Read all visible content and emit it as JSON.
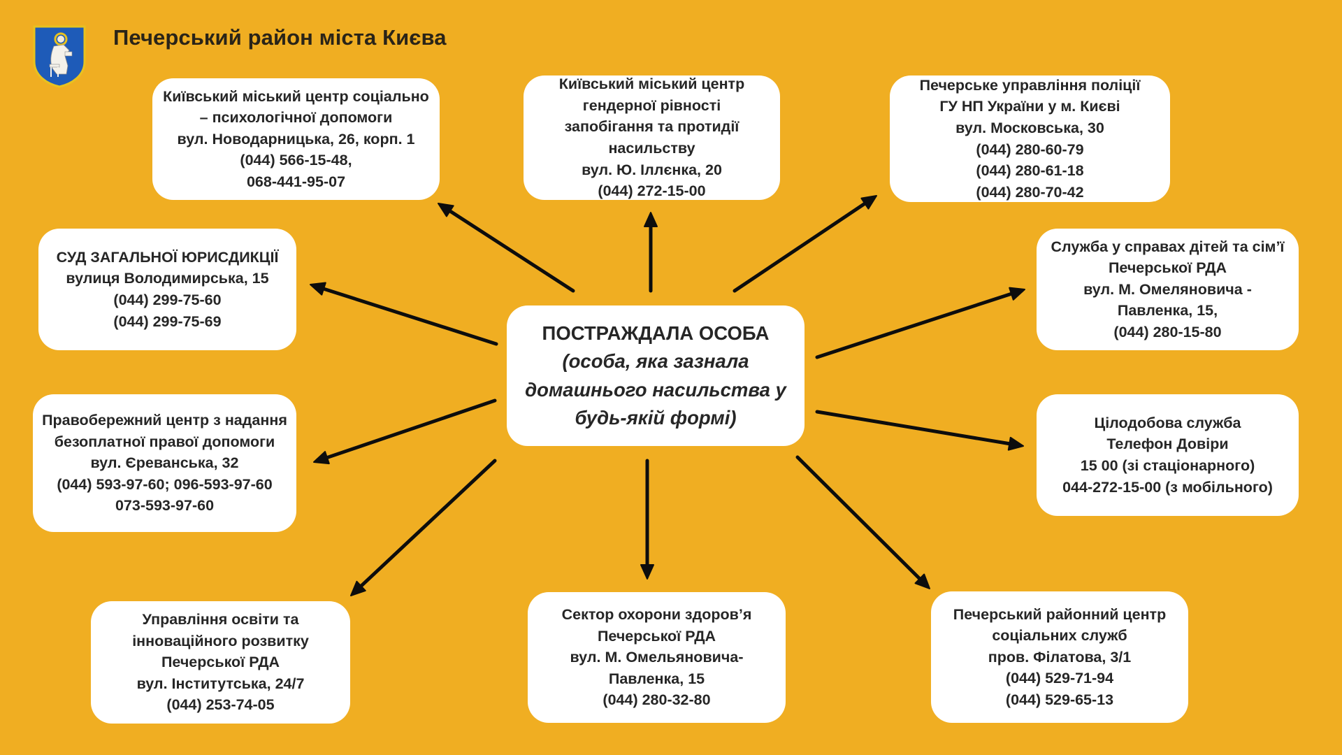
{
  "header": {
    "title": "Печерський район міста Києва",
    "logo_icon": "coat-of-arms-icon"
  },
  "colors": {
    "background": "#F0AE22",
    "box": "#FFFFFF",
    "text": "#262626",
    "arrow": "#0D0D0D",
    "shield_blue": "#1E5BB8",
    "shield_gold": "#E8C21F"
  },
  "center": {
    "title": "ПОСТРАЖДАЛА ОСОБА",
    "lines": [
      "(особа, яка зазнала",
      "домашнього насильства у",
      "будь-якій формі)"
    ]
  },
  "services": [
    {
      "id": "social-psych-center",
      "lines": [
        "Київський міський центр соціально",
        "– психологічної допомоги",
        "вул. Новодарницька, 26, корп. 1",
        "(044) 566-15-48,",
        "068-441-95-07"
      ]
    },
    {
      "id": "gender-equality-center",
      "lines": [
        "Київський міський центр",
        "гендерної рівності",
        "запобігання та протидії",
        "насильству",
        "вул. Ю. Іллєнка, 20",
        "(044) 272-15-00"
      ]
    },
    {
      "id": "police",
      "lines": [
        "Печерське управління поліції",
        "ГУ НП України у м. Києві",
        "вул. Московська, 30",
        "(044) 280-60-79",
        "(044) 280-61-18",
        "(044) 280-70-42"
      ]
    },
    {
      "id": "court",
      "lines": [
        "СУД ЗАГАЛЬНОЇ ЮРИСДИКЦІЇ",
        "вулиця Володимирська, 15",
        "(044) 299-75-60",
        "(044) 299-75-69"
      ]
    },
    {
      "id": "children-family-service",
      "lines": [
        "Служба у справах дітей та сім’ї",
        "Печерської РДА",
        "вул. М. Омеляновича -",
        "Павленка, 15,",
        "(044) 280-15-80"
      ]
    },
    {
      "id": "legal-aid-center",
      "lines": [
        "Правобережний центр з надання",
        "безоплатної правої допомоги",
        "вул. Єреванська, 32",
        "(044) 593-97-60; 096-593-97-60",
        "073-593-97-60"
      ]
    },
    {
      "id": "hotline",
      "lines": [
        "Цілодобова служба",
        "Телефон Довіри",
        "15 00 (зі стаціонарного)",
        "044-272-15-00 (з мобільного)"
      ]
    },
    {
      "id": "education-department",
      "lines": [
        "Управління освіти та",
        "інноваційного розвитку",
        "Печерської РДА",
        "вул. Інститутська, 24/7",
        "(044) 253-74-05"
      ]
    },
    {
      "id": "health-sector",
      "lines": [
        "Сектор охорони здоров’я",
        "Печерської РДА",
        "вул. М. Омельяновича-",
        "Павленка, 15",
        "(044) 280-32-80"
      ]
    },
    {
      "id": "social-services-center",
      "lines": [
        "Печерський районний центр",
        "соціальних служб",
        "пров. Філатова, 3/1",
        "(044) 529-71-94",
        "(044) 529-65-13"
      ]
    }
  ],
  "edges": [
    {
      "from": "center",
      "to": "social-psych-center"
    },
    {
      "from": "center",
      "to": "gender-equality-center"
    },
    {
      "from": "center",
      "to": "police"
    },
    {
      "from": "center",
      "to": "court"
    },
    {
      "from": "center",
      "to": "children-family-service"
    },
    {
      "from": "center",
      "to": "legal-aid-center"
    },
    {
      "from": "center",
      "to": "hotline"
    },
    {
      "from": "center",
      "to": "education-department"
    },
    {
      "from": "center",
      "to": "health-sector"
    },
    {
      "from": "center",
      "to": "social-services-center"
    }
  ]
}
